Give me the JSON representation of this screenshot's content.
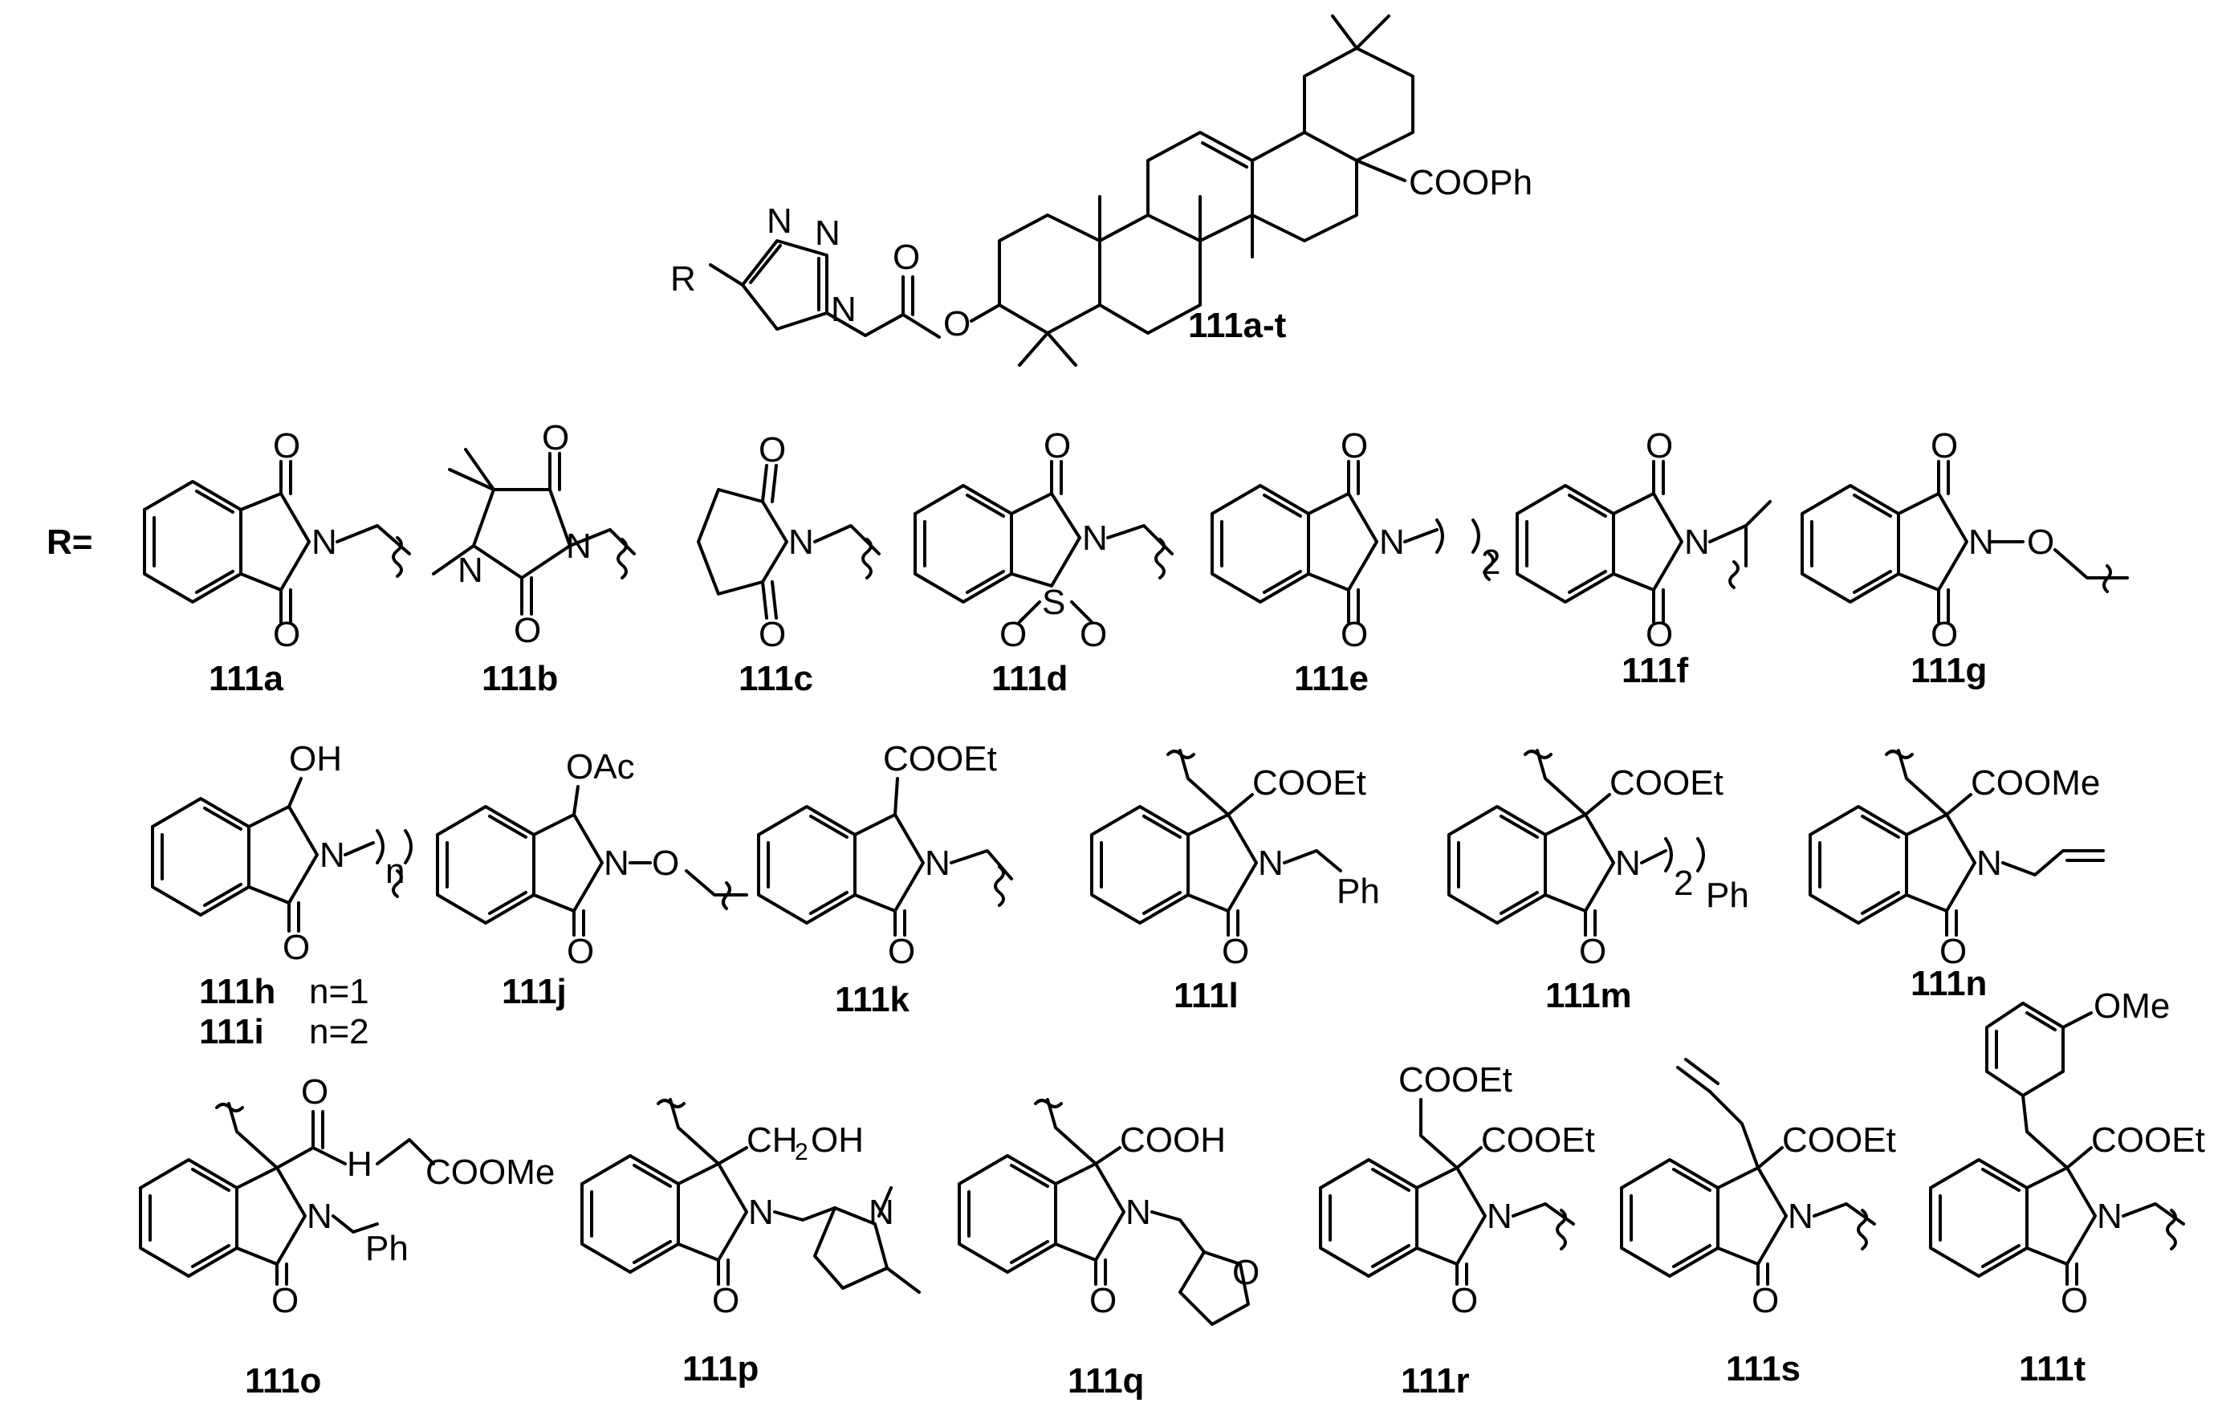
{
  "core": {
    "label": "111a-t",
    "r_group": "R",
    "atoms": {
      "n1": "N",
      "n2": "N",
      "n3": "N",
      "ester_o": "O",
      "carbonyl_o": "O",
      "ester_group": "COOPh"
    }
  },
  "r_equals": "R=",
  "compounds": [
    {
      "id": "111a",
      "label": "111a"
    },
    {
      "id": "111b",
      "label": "111b"
    },
    {
      "id": "111c",
      "label": "111c"
    },
    {
      "id": "111d",
      "label": "111d"
    },
    {
      "id": "111e",
      "label": "111e",
      "subscript": "2"
    },
    {
      "id": "111f",
      "label": "111f"
    },
    {
      "id": "111g",
      "label": "111g"
    },
    {
      "id": "111h",
      "label": "111h",
      "note": "n=1",
      "substituent": "OH",
      "subscript": "n"
    },
    {
      "id": "111i",
      "label": "111i",
      "note": "n=2"
    },
    {
      "id": "111j",
      "label": "111j",
      "substituent": "OAc"
    },
    {
      "id": "111k",
      "label": "111k",
      "substituent": "COOEt"
    },
    {
      "id": "111l",
      "label": "111l",
      "substituent": "COOEt",
      "tail": "Ph"
    },
    {
      "id": "111m",
      "label": "111m",
      "substituent": "COOEt",
      "tail": "Ph",
      "subscript": "2"
    },
    {
      "id": "111n",
      "label": "111n",
      "substituent": "COOMe"
    },
    {
      "id": "111o",
      "label": "111o",
      "substituent": "COOMe",
      "tail": "Ph",
      "extra": "H"
    },
    {
      "id": "111p",
      "label": "111p",
      "substituent": "CH",
      "sub2": "2",
      "substituent_tail": "OH"
    },
    {
      "id": "111q",
      "label": "111q",
      "substituent": "COOH"
    },
    {
      "id": "111r",
      "label": "111r",
      "substituent": "COOEt",
      "substituent2": "COOEt"
    },
    {
      "id": "111s",
      "label": "111s",
      "substituent": "COOEt"
    },
    {
      "id": "111t",
      "label": "111t",
      "substituent": "COOEt",
      "substituent2": "OMe"
    }
  ],
  "atom_symbols": {
    "oxygen": "O",
    "nitrogen": "N",
    "sulfur": "S"
  }
}
